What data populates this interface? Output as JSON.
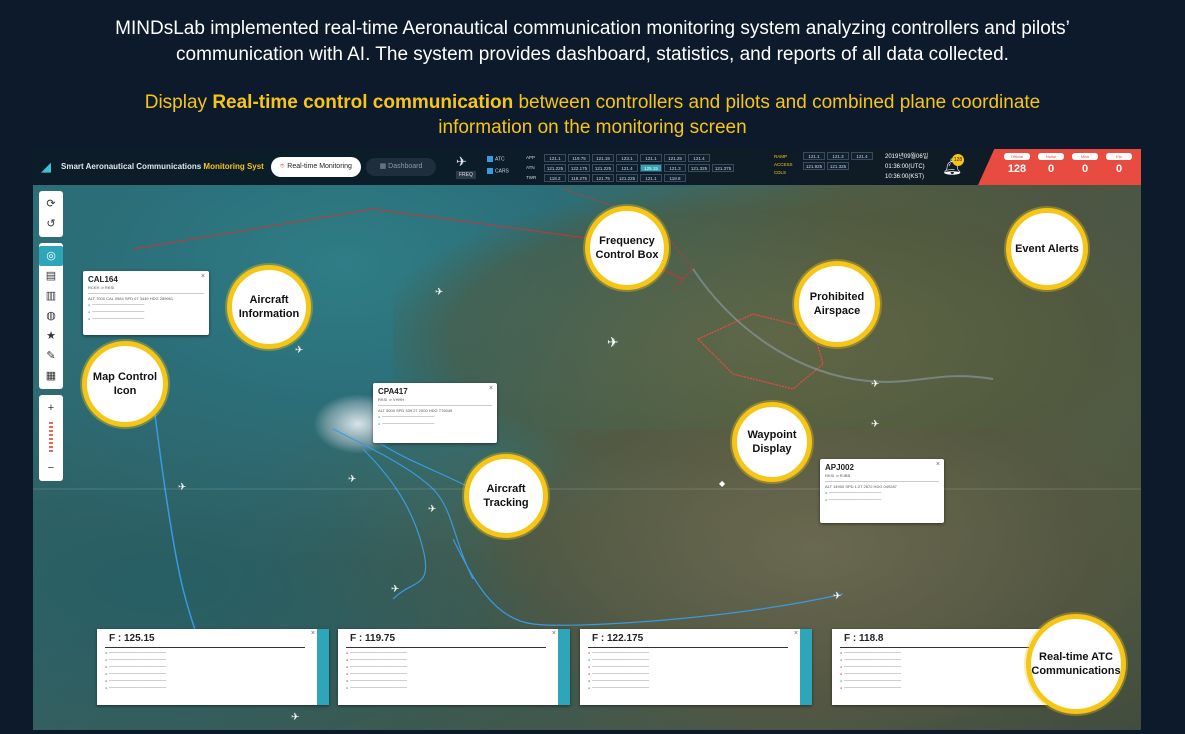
{
  "header": {
    "intro_line1": "MINDsLab implemented real-time Aeronautical communication monitoring system analyzing controllers and pilots’",
    "intro_line2": "communication with AI. The system provides dashboard, statistics, and reports of all data collected.",
    "subtitle_prefix": "Display ",
    "subtitle_bold": "Real-time control communication",
    "subtitle_rest1": " between controllers and pilots and combined plane coordinate",
    "subtitle_line2": "information on the monitoring screen"
  },
  "app": {
    "title_prefix": "Smart Aeronautical Communications ",
    "title_highlight": "Monitoring Syst",
    "tab_realtime": "Real-time Monitoring",
    "tab_dashboard": "Dashboard",
    "freq_badge": "FREQ",
    "check_atc": "ATC",
    "check_cars": "CARS",
    "freq_rows": [
      {
        "label": "APP",
        "cells": [
          "121.1",
          "119.75",
          "121.15",
          "123.1",
          "121.1",
          "121.25",
          "121.4",
          ""
        ]
      },
      {
        "label": "ATN",
        "cells": [
          "121.225",
          "122.175",
          "121.225",
          "121.4",
          "125.15",
          "121.3",
          "121.325",
          "121.375"
        ]
      },
      {
        "label": "TWR",
        "cells": [
          "118.2",
          "118.275",
          "121.75",
          "121.225",
          "121.1",
          "118.8",
          "",
          ""
        ]
      }
    ],
    "ramp_labels": [
      "RAMP",
      "ACCESS",
      "CDLS"
    ],
    "ramp_cells": [
      "121.1",
      "121.3",
      "121.4",
      "121.925",
      "121.325"
    ],
    "date": "2019년09월06일",
    "time_utc": "01:36:00(UTC)",
    "time_kst": "10:36:00(KST)",
    "bell_badge": "128",
    "alerts": [
      {
        "label": "Official",
        "value": "128"
      },
      {
        "label": "Noise",
        "value": "0"
      },
      {
        "label": "Miss",
        "value": "0"
      },
      {
        "label": "Etc",
        "value": "0"
      }
    ]
  },
  "toolbar": {
    "icons": [
      "refresh-icon",
      "rotate-icon",
      "radar-icon",
      "layers-icon",
      "building-icon",
      "globe-icon",
      "star-icon",
      "ruler-icon",
      "calendar-icon",
      "zoom-in-icon",
      "zoom-out-icon"
    ]
  },
  "popups": {
    "cal164": {
      "title": "CAL164",
      "route": "RCKH ⇒ RKSI",
      "meta": "ALT 7000   CAL 0984   SPD 07 3449   HDG 289961",
      "close": "×"
    },
    "cpa417": {
      "title": "CPA417",
      "route": "RKSI ⇒ VHHH",
      "meta": "ALT 5000   SPD 339 27 2000   HDG T76049",
      "close": "×"
    },
    "apj002": {
      "title": "APJ002",
      "route": "RKSI ⇒ RJBB",
      "meta": "ALT 14900   SPD 1:27 2672   HDG 049287",
      "close": "×"
    }
  },
  "atc_panels": [
    {
      "freq": "F : 125.15",
      "close": "×"
    },
    {
      "freq": "F : 119.75",
      "close": "×"
    },
    {
      "freq": "F : 122.175",
      "close": "×"
    },
    {
      "freq": "F : 118.8",
      "close": "×"
    }
  ],
  "callouts": {
    "frequency": "Frequency Control Box",
    "event": "Event Alerts",
    "aircraft_info": "Aircraft Information",
    "prohibited": "Prohibited Airspace",
    "map_control": "Map Control Icon",
    "waypoint": "Waypoint Display",
    "tracking": "Aircraft Tracking",
    "atc": "Real-time ATC Communications"
  },
  "colors": {
    "accent": "#f5c518",
    "teal": "#2ea5b8",
    "alert": "#e84b40",
    "bg": "#0d1a2b"
  }
}
